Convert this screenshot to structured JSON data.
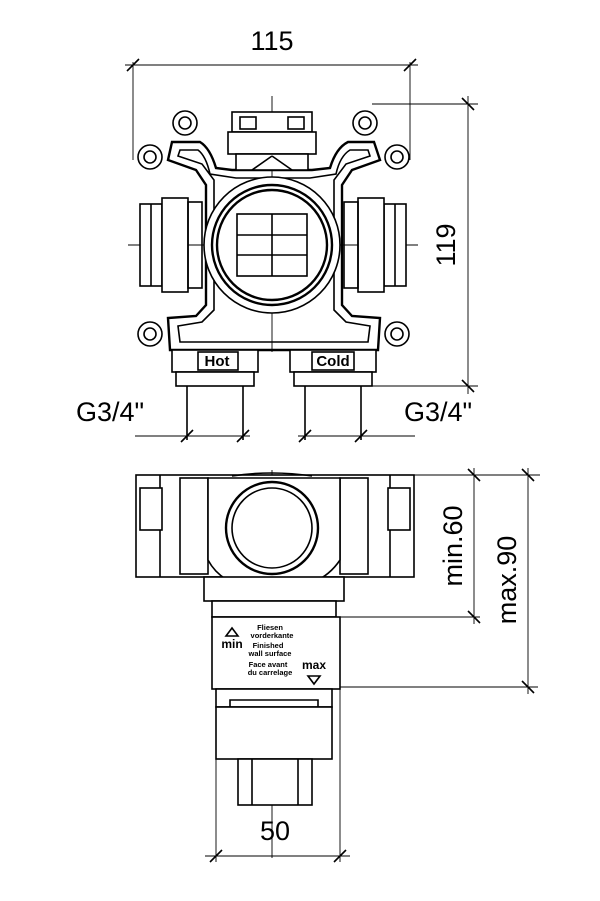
{
  "top_view": {
    "width_dim": "115",
    "height_dim": "119",
    "left_thread": "G3/4\"",
    "right_thread": "G3/4\"",
    "hot_label": "Hot",
    "cold_label": "Cold"
  },
  "side_view": {
    "min_depth": "min.60",
    "max_depth": "max.90",
    "bottom_width": "50",
    "min_marker": "min",
    "max_marker": "max",
    "label_rohbau_1": "Fliesen",
    "label_rohbau_2": "vorderkante",
    "label_finished_1": "Finished",
    "label_finished_2": "wall surface",
    "label_face_1": "Face avant",
    "label_face_2": "du carrelage"
  }
}
